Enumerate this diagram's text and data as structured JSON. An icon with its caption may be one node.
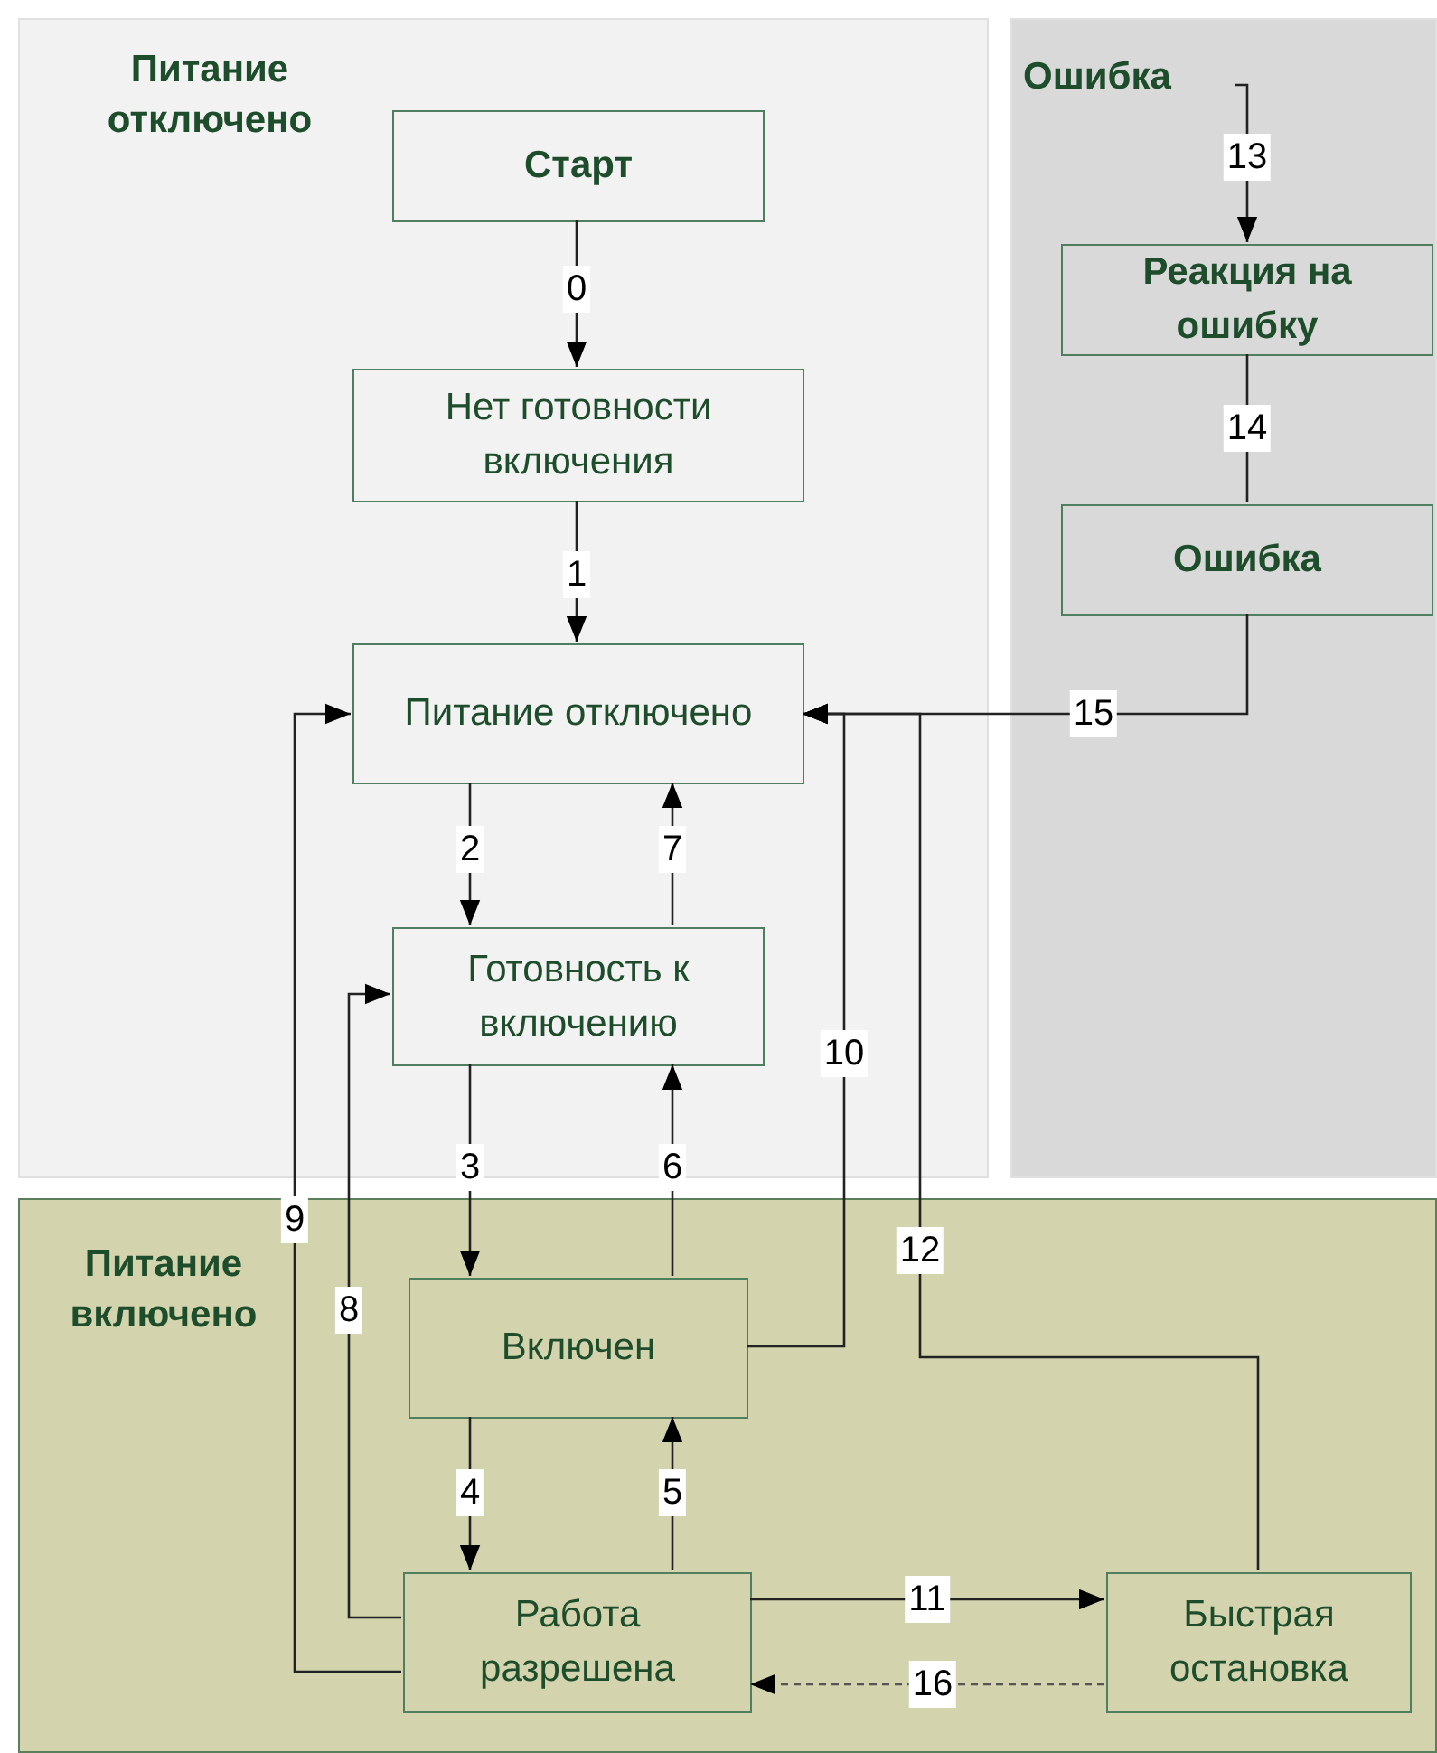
{
  "diagram": {
    "nodes": [
      {
        "text": [
          "Питание отключено"
        ]
      },
      {
        "text": [
          "Ошибка"
        ]
      },
      {
        "text": [
          "Питание включено"
        ]
      },
      {
        "text": [
          "Старт"
        ],
        "in": 0
      },
      {
        "text": [
          "Нет готовности включения"
        ],
        "in": 0
      },
      {
        "text": [
          "Питание отключено"
        ],
        "in": 0
      },
      {
        "text": [
          "Готовность к включению"
        ],
        "in": 0
      },
      {
        "text": [
          "Реакция на ошибку"
        ],
        "in": 1
      },
      {
        "text": [
          "Ошибка"
        ],
        "in": 1
      },
      {
        "text": [
          "Включен"
        ],
        "in": 2
      },
      {
        "text": [
          "Работа разрешена"
        ],
        "in": 2
      },
      {
        "text": [
          "Быстрая остановка"
        ],
        "in": 2
      }
    ],
    "edges": [
      {
        "from": 3,
        "to": 4,
        "arrow": "to",
        "label": "0"
      },
      {
        "from": 4,
        "to": 5,
        "arrow": "to",
        "label": "1"
      },
      {
        "from": 5,
        "to": 6,
        "arrow": "to",
        "label": "2"
      },
      {
        "from": 6,
        "to": 9,
        "arrow": "to",
        "label": "3"
      },
      {
        "from": 9,
        "to": 10,
        "arrow": "to",
        "label": "4"
      },
      {
        "from": 10,
        "to": 9,
        "arrow": "to",
        "label": "5"
      },
      {
        "from": 9,
        "to": 6,
        "arrow": "to",
        "label": "6"
      },
      {
        "from": 6,
        "to": 5,
        "arrow": "to",
        "label": "7"
      },
      {
        "from": 10,
        "to": 6,
        "arrow": "to",
        "label": "8"
      },
      {
        "from": 10,
        "to": 5,
        "arrow": "to",
        "label": "9"
      },
      {
        "from": 9,
        "to": 5,
        "arrow": "to",
        "label": "10"
      },
      {
        "from": 10,
        "to": 11,
        "arrow": "to",
        "label": "11"
      },
      {
        "from": 11,
        "to": 5,
        "arrow": "to",
        "label": "12"
      },
      {
        "from": null,
        "to": 7,
        "arrow": "to",
        "label": "13"
      },
      {
        "from": 7,
        "to": 8,
        "arrow": "none",
        "label": "14"
      },
      {
        "from": 8,
        "to": 5,
        "arrow": "to",
        "label": "15"
      },
      {
        "from": 11,
        "to": 10,
        "arrow": "to",
        "label": "16",
        "style": "dashed"
      }
    ]
  }
}
